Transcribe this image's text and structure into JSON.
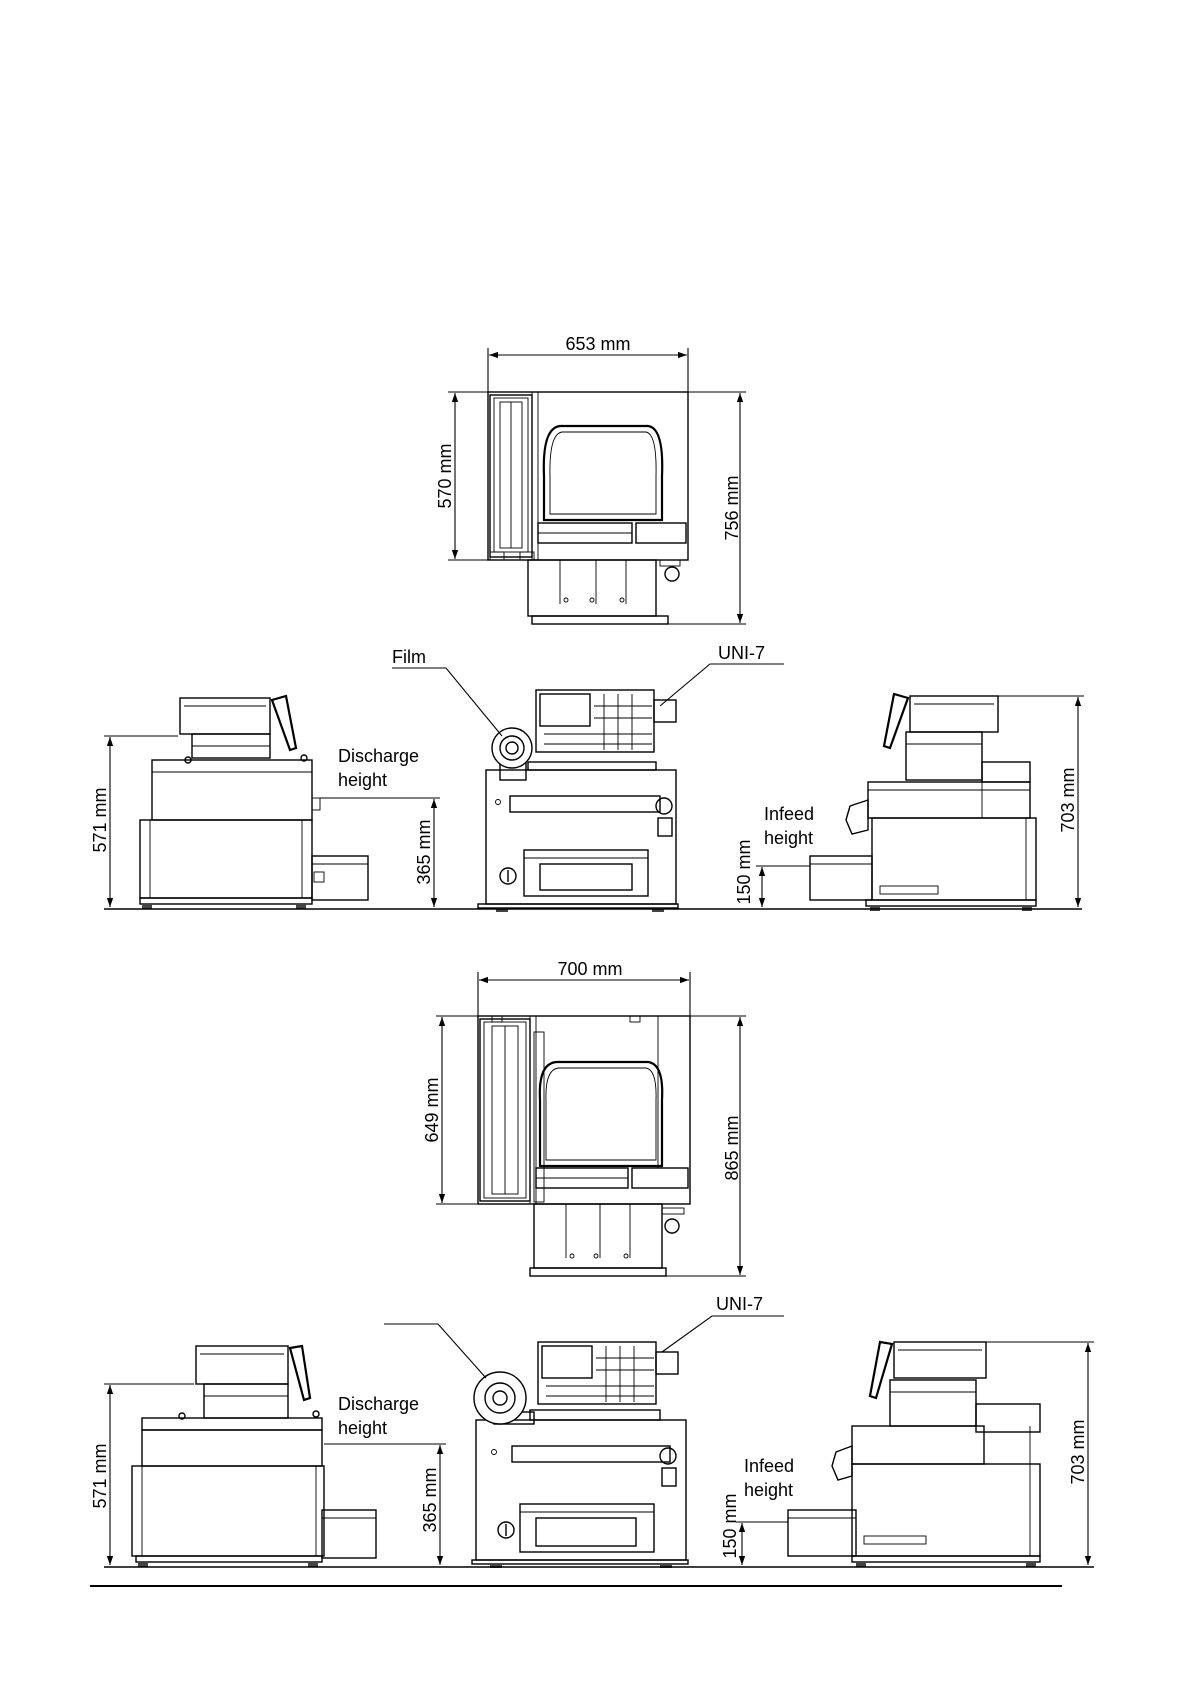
{
  "top_machine": {
    "plan_view": {
      "width_dim": "653 mm",
      "depth_dim": "570 mm",
      "overall_depth_dim": "756 mm"
    },
    "callouts": {
      "film": "Film",
      "scale": "UNI-7"
    },
    "left_side": {
      "height_dim": "571 mm",
      "discharge_label_1": "Discharge",
      "discharge_label_2": "height",
      "discharge_dim": "365 mm"
    },
    "right_side": {
      "height_dim": "703 mm",
      "infeed_label_1": "Infeed",
      "infeed_label_2": "height",
      "infeed_dim": "150 mm"
    }
  },
  "bottom_machine": {
    "plan_view": {
      "width_dim": "700 mm",
      "depth_dim": "649 mm",
      "overall_depth_dim": "865 mm"
    },
    "callouts": {
      "scale": "UNI-7"
    },
    "left_side": {
      "height_dim": "571 mm",
      "discharge_label_1": "Discharge",
      "discharge_label_2": "height",
      "discharge_dim": "365 mm"
    },
    "right_side": {
      "height_dim": "703 mm",
      "infeed_label_1": "Infeed",
      "infeed_label_2": "height",
      "infeed_dim": "150 mm"
    }
  }
}
